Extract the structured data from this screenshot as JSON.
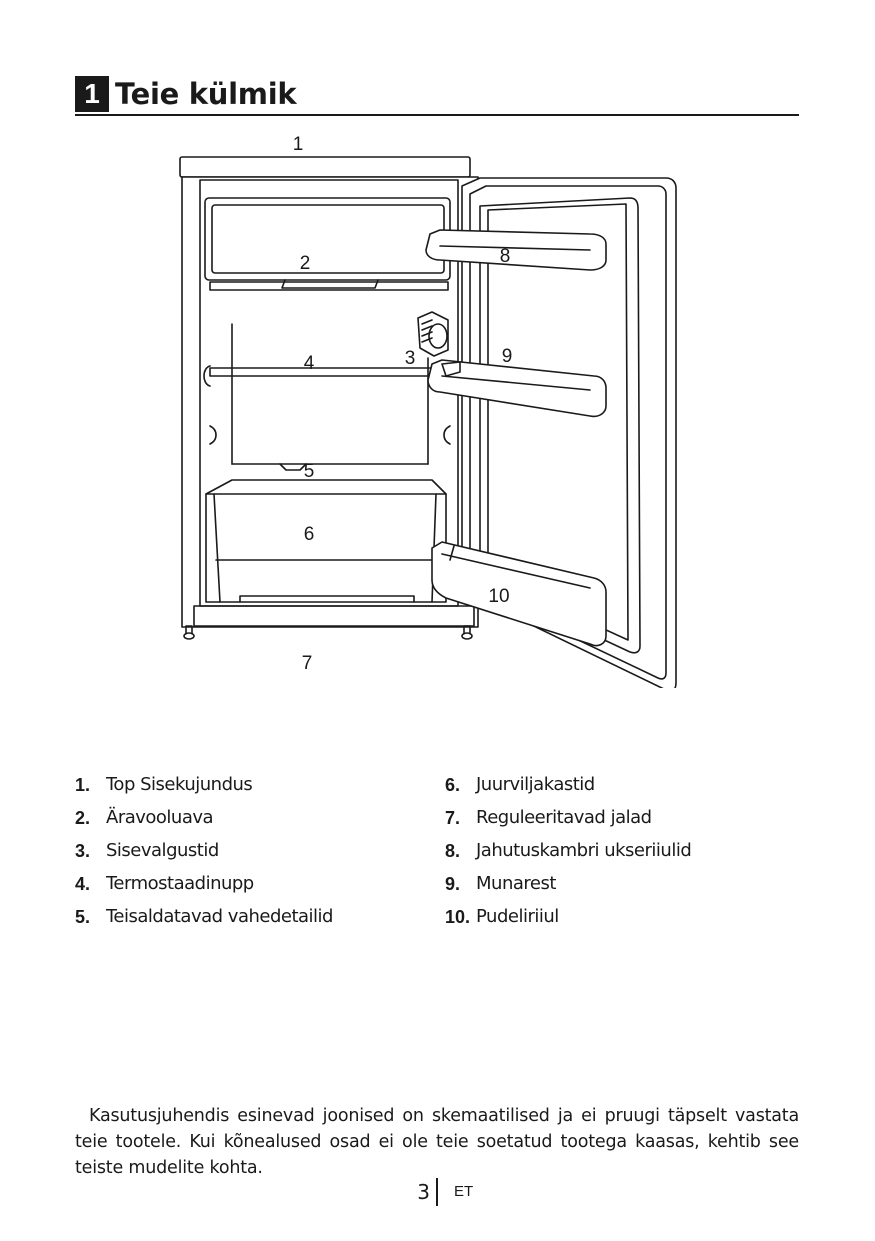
{
  "section": {
    "number": "1",
    "title": "Teie külmik"
  },
  "figure": {
    "callouts": [
      "1",
      "2",
      "3",
      "4",
      "5",
      "6",
      "7",
      "8",
      "9",
      "10"
    ]
  },
  "parts": {
    "left": [
      {
        "num": "1.",
        "text": "Top Sisekujundus"
      },
      {
        "num": "2.",
        "text": "Äravooluava"
      },
      {
        "num": "3.",
        "text": "Sisevalgustid"
      },
      {
        "num": "4.",
        "text": "Termostaadinupp"
      },
      {
        "num": "5.",
        "text": "Teisaldatavad vahedetailid"
      }
    ],
    "right": [
      {
        "num": "6.",
        "text": "Juurviljakastid"
      },
      {
        "num": "7.",
        "text": "Reguleeritavad jalad"
      },
      {
        "num": "8.",
        "text": "Jahutuskambri ukseriiulid"
      },
      {
        "num": "9.",
        "text": "Munarest"
      },
      {
        "num": "10.",
        "text": "Pudeliriiul"
      }
    ]
  },
  "note": "Kasutusjuhendis esinevad joonised on skemaatilised ja ei pruugi täpselt vastata teie tootele. Kui kõnealused osad ei ole teie soetatud tootega kaasas, kehtib see teiste mudelite kohta.",
  "footer": {
    "page": "3",
    "lang": "ET"
  }
}
